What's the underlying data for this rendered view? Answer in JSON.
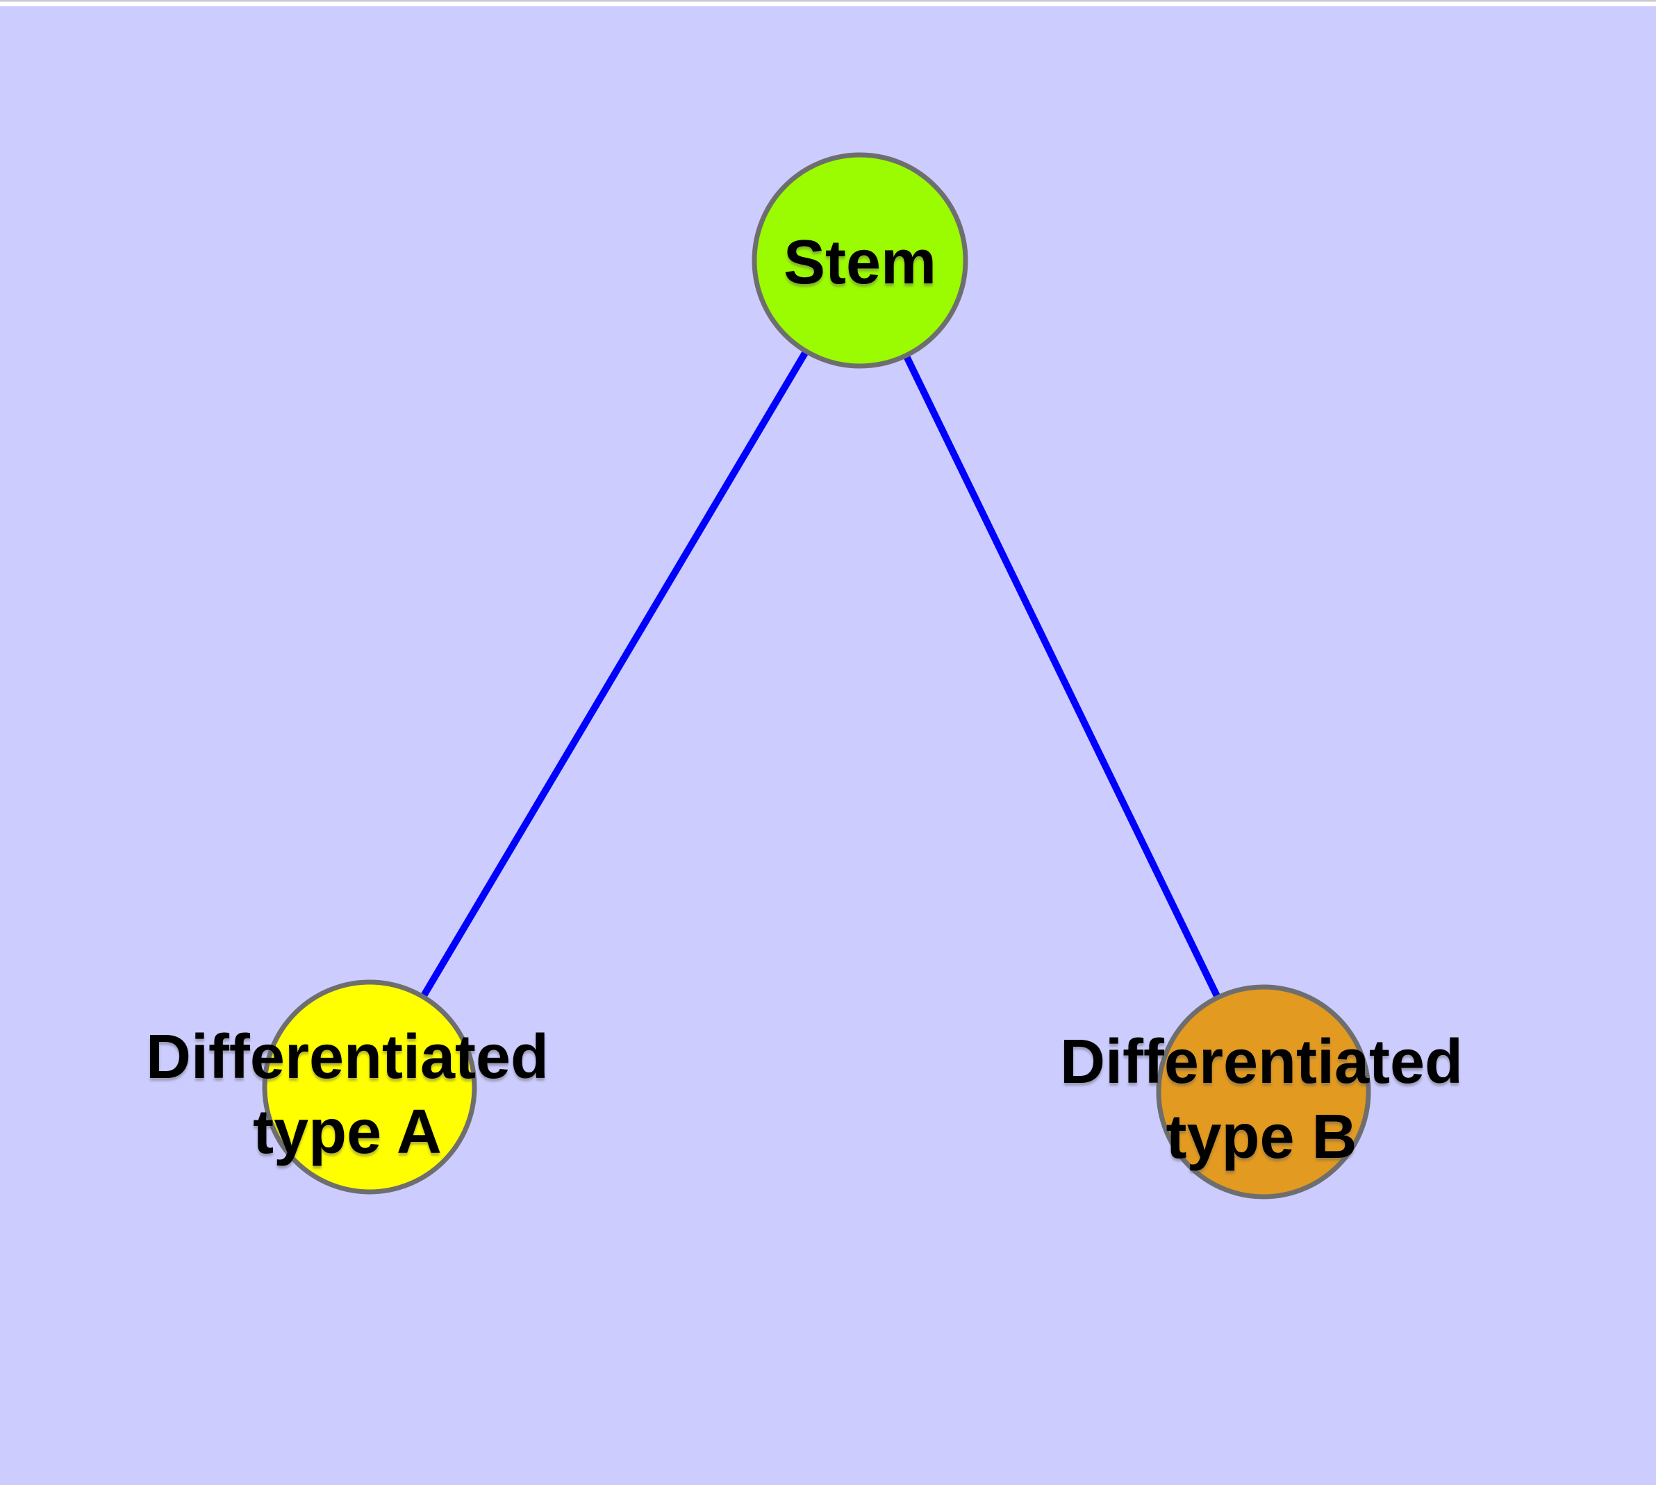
{
  "background": {
    "canvas_bg": "#CCCCFF",
    "top_strip_bg": "#FFFFFF",
    "top_strip_line": "#C9C9CE"
  },
  "graph": {
    "node_border_color": "#6E6E6E",
    "label_color": "#000000",
    "nodes": {
      "stem": {
        "label": "Stem",
        "fill": "#9BFB00"
      },
      "type_a": {
        "line1": "Differentiated",
        "line2": "type A",
        "fill": "#FFFF00"
      },
      "type_b": {
        "line1": "Differentiated",
        "line2": "type B",
        "fill": "#E29A20"
      }
    },
    "edges": [
      {
        "from": "Stem",
        "to": "Differentiated type A",
        "color": "#0000FF"
      },
      {
        "from": "Stem",
        "to": "Differentiated type B",
        "color": "#0000FF"
      }
    ]
  }
}
